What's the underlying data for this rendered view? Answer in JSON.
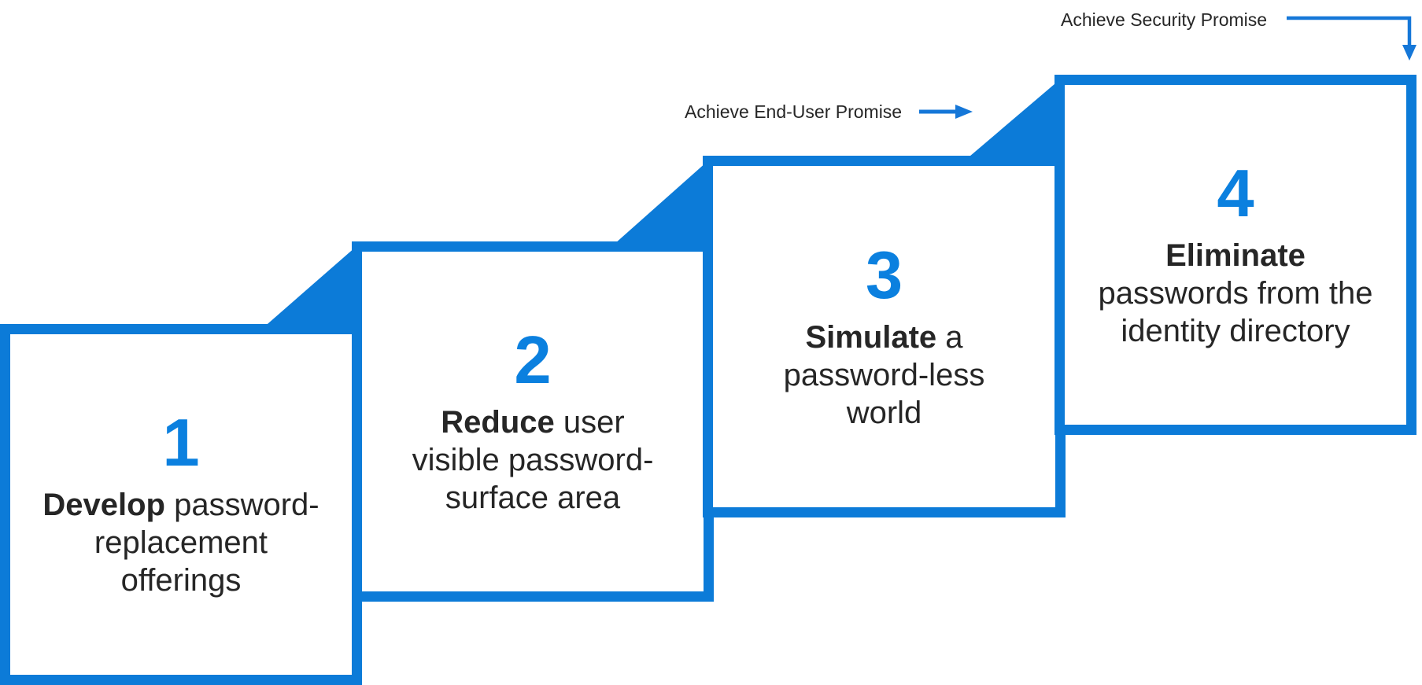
{
  "colors": {
    "accent_blue": "#0C7BD8",
    "number_blue": "#0B80DF",
    "arrow_blue": "#1577D8",
    "text_dark": "#262626",
    "background": "#FFFFFF"
  },
  "annotations": {
    "end_user": {
      "label": "Achieve End-User Promise"
    },
    "security": {
      "label": "Achieve Security Promise"
    }
  },
  "steps": [
    {
      "number": "1",
      "lines": [
        {
          "bold": "Develop",
          "rest": " password-"
        },
        {
          "rest": "replacement"
        },
        {
          "rest": "offerings"
        }
      ]
    },
    {
      "number": "2",
      "lines": [
        {
          "bold": "Reduce",
          "rest": " user"
        },
        {
          "rest": "visible password-"
        },
        {
          "rest": "surface area"
        }
      ]
    },
    {
      "number": "3",
      "lines": [
        {
          "bold": "Simulate",
          "rest": " a"
        },
        {
          "rest": "password-less"
        },
        {
          "rest": "world"
        }
      ]
    },
    {
      "number": "4",
      "lines": [
        {
          "bold": "Eliminate",
          "rest": ""
        },
        {
          "rest": "passwords from the"
        },
        {
          "rest": "identity directory"
        }
      ]
    }
  ]
}
